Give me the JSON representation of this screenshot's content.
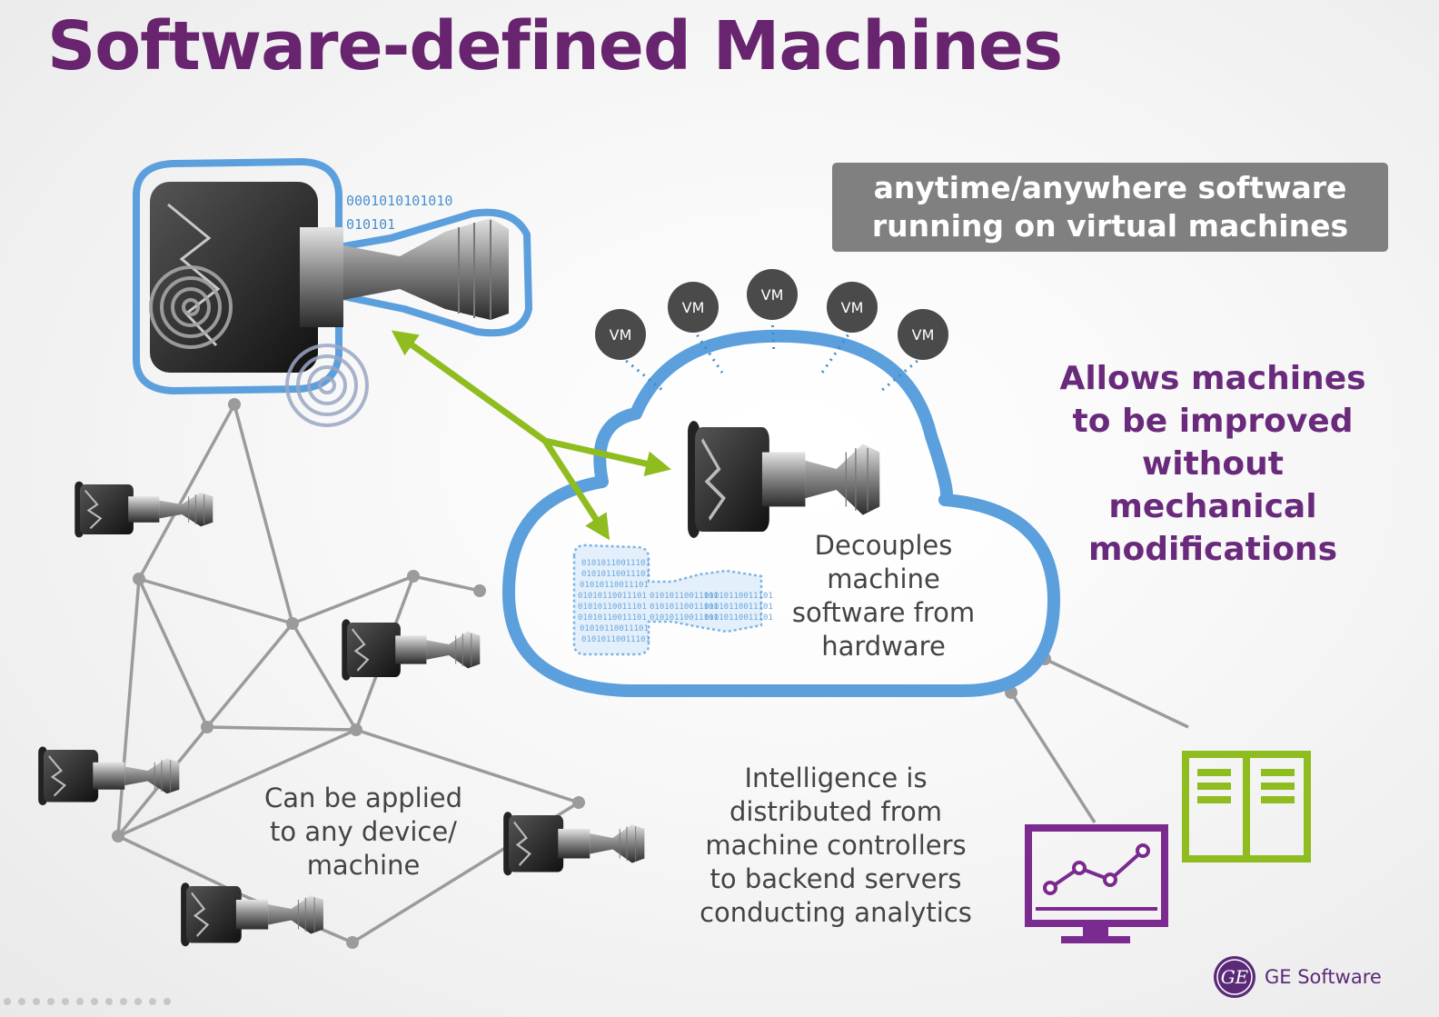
{
  "title": "Software-defined Machines",
  "tagline": {
    "line1": "anytime/anywhere software",
    "line2": "running on virtual machines"
  },
  "claim": {
    "lines": [
      "Allows machines",
      "to be improved",
      "without",
      "mechanical",
      "modifications"
    ]
  },
  "notes": {
    "decouple": [
      "Decouples",
      "machine",
      "software from",
      "hardware"
    ],
    "apply": [
      "Can be applied",
      "to any device/",
      "machine"
    ],
    "intelligence": [
      "Intelligence is",
      "distributed from",
      "machine controllers",
      "to backend servers",
      "conducting analytics"
    ]
  },
  "binary_code": {
    "line1": "0001010101010",
    "line2": "010101"
  },
  "binary_fill": "01010110011101",
  "vm_label": "VM",
  "brand": {
    "logo_mark": "GE",
    "name": "GE Software"
  },
  "colors": {
    "title": "#68246f",
    "cloud": "#5b9fdd",
    "arrow": "#8fbc1f",
    "network": "#9b9b9b",
    "vm": "#4a4a4a",
    "tagline_box": "#808080",
    "claim": "#6a2a7c",
    "monitor": "#7b2a8f",
    "document": "#8fbc1f"
  },
  "icons": {
    "monitor": "analytics-monitor-icon",
    "document": "document-icon",
    "signal": "signal-rings-icon",
    "engine": "jet-engine-icon"
  }
}
